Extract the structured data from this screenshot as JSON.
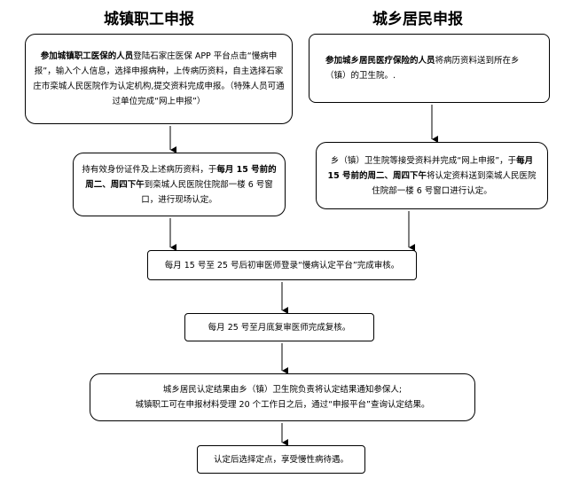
{
  "titles": {
    "left": "城镇职工申报",
    "right": "城乡居民申报"
  },
  "left_step1": {
    "bold": "参加城镇职工医保的人员",
    "text": "登陆石家庄医保 APP 平台点击“慢病申报”，输入个人信息，选择申报病种，上传病历资料，自主选择石家庄市栾城人民医院作为认定机构,提交资料完成申报。（特殊人员可通过单位完成“网上申报”）"
  },
  "left_step2": {
    "pre": "持有效身份证件及上述病历资料，于",
    "bold": "每月 15 号前的周二、周四下午",
    "post": "到栾城人民医院住院部一楼 6 号窗口，进行现场认定。"
  },
  "right_step1": {
    "bold": "参加城乡居民医疗保险的人员",
    "text": "将病历资料送到所在乡（镇）的卫生院。."
  },
  "right_step2": {
    "pre": "乡（镇）卫生院等接受资料并完成“网上申报”，于",
    "bold": "每月 15 号前的周二、周四下午",
    "post": "将认定资料送到栾城人民医院住院部一楼 6 号窗口进行认定。"
  },
  "step3": "每月 15 号至 25 号后初审医师登录“慢病认定平台”完成审核。",
  "step4": "每月 25 号至月底复审医师完成复核。",
  "step5": {
    "line1": "城乡居民认定结果由乡（镇）卫生院负责将认定结果通知参保人;",
    "line2": "城镇职工可在申报材料受理 20 个工作日之后，通过“申报平台”查询认定结果。"
  },
  "step6": "认定后选择定点，享受慢性病待遇。"
}
